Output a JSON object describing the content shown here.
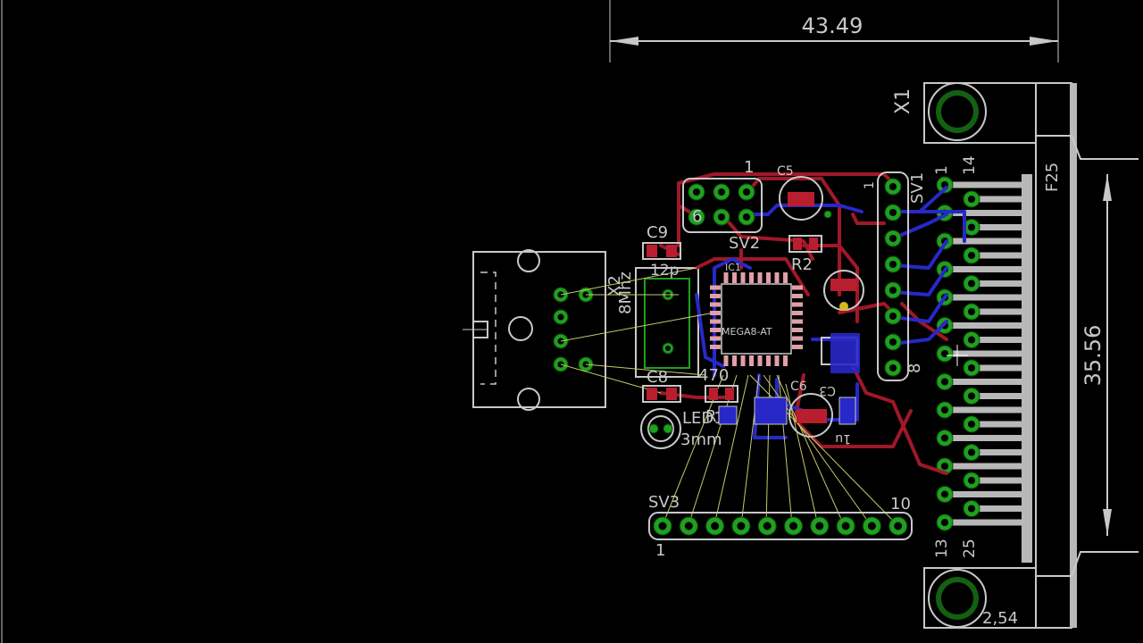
{
  "dimensions": {
    "width": "43.49",
    "height": "35.56",
    "grid": "2,54"
  },
  "parts": {
    "connector": "X1",
    "connector_value": "F25",
    "connector_pin_1": "1",
    "connector_pin_14": "14",
    "connector_pin_13": "13",
    "connector_pin_25": "25",
    "usb": "X2",
    "crystal_value": "8Mhz",
    "mcu": "IC1",
    "mcu_value": "MEGA8-AT",
    "header_sv1": "SV1",
    "header_sv1_pin_1": "1",
    "header_sv1_pin_8": "8",
    "header_sv2": "SV2",
    "header_sv2_pin_1": "1",
    "header_sv2_pin_6": "6",
    "header_sv3": "SV3",
    "header_sv3_pin_1": "1",
    "header_sv3_pin_10": "10",
    "cap_c5": "C5",
    "cap_c9": "C9",
    "cap_c9_value": "12p",
    "cap_c8": "C8",
    "cap_c3": "C3",
    "cap_c6": "C6",
    "res_r2": "R2",
    "res_r1": "R1",
    "res_value": "470",
    "led": "LED1",
    "led_size": "3mm",
    "cap_uf": "1u"
  },
  "colors": {
    "background": "#000000",
    "top_copper": "#a01828",
    "bottom_copper": "#2828c8",
    "pads": "#1fa01f",
    "silkscreen": "#c8c8c8",
    "airwire": "#c8c86a"
  }
}
